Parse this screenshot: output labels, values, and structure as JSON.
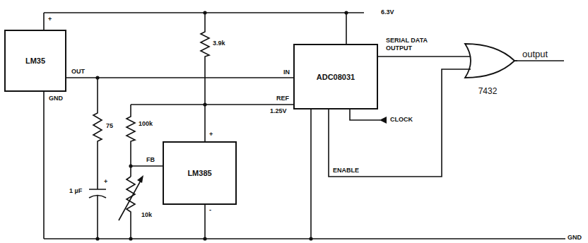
{
  "diagram": {
    "nodes": [
      {
        "text": [
          "LM35"
        ]
      },
      {
        "text": [
          "LM385"
        ]
      },
      {
        "text": [
          "ADC08031"
        ]
      },
      {
        "text": [
          "7432"
        ]
      }
    ],
    "edges": [
      {
        "from": 0,
        "to": 2,
        "arrow": "none"
      },
      {
        "from": 1,
        "to": 2,
        "arrow": "none"
      },
      {
        "from": 2,
        "to": 3,
        "arrow": "none"
      },
      {
        "from": 2,
        "to": 3,
        "arrow": "none"
      }
    ],
    "labels": [
      "6.3V",
      "+",
      "OUT",
      "GND",
      "3.9k",
      "IN",
      "REF",
      "1.25V",
      "SERIAL DATA OUTPUT",
      "output",
      "75",
      "100k",
      "FB",
      "+",
      "-",
      "CLOCK",
      "ENABLE",
      "+",
      "1 µF",
      "10k",
      "GND"
    ]
  }
}
